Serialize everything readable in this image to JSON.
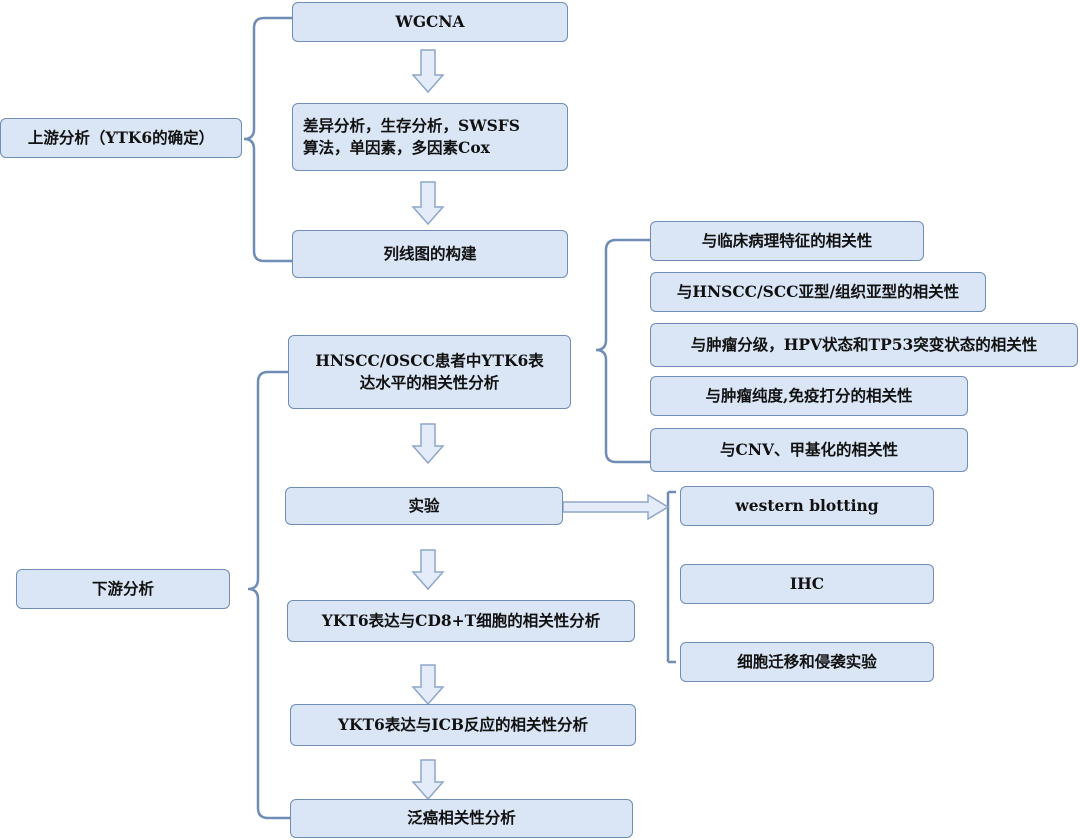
{
  "upstream": {
    "label": "上游分析（YTK6的确定）",
    "steps": [
      "WGCNA",
      "差异分析，生存分析，SWSFS\n算法，单因素，多因素Cox",
      "列线图的构建"
    ]
  },
  "downstream": {
    "label": "下游分析",
    "expression": "HNSCC/OSCC患者中YTK6表\n达水平的相关性分析",
    "correlations": [
      "与临床病理特征的相关性",
      "与HNSCC/SCC亚型/组织亚型的相关性",
      "与肿瘤分级，HPV状态和TP53突变状态的相关性",
      "与肿瘤纯度,免疫打分的相关性",
      "与CNV、甲基化的相关性"
    ],
    "experiment": "实验",
    "experiments": [
      "western blotting",
      "IHC",
      "细胞迁移和侵袭实验"
    ],
    "step_cd8": "YKT6表达与CD8+T细胞的相关性分析",
    "step_icb": "YKT6表达与ICB反应的相关性分析",
    "step_pan": "泛癌相关性分析"
  },
  "colors": {
    "box_fill": "#dae6f5",
    "box_border": "#6f8db5",
    "arrow_fill": "#e3ecf8"
  }
}
